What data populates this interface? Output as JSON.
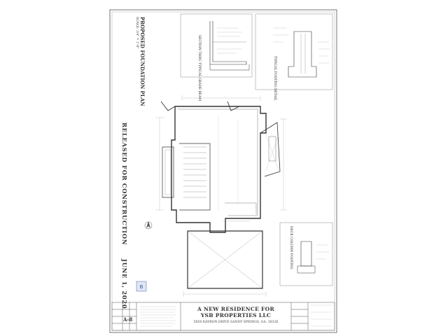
{
  "sheet": {
    "plan_title": "PROPOSED FOUNDATION PLAN",
    "plan_scale": "SCALE: 1/4\" = 1'-0\"",
    "stamp": "RELEASED FOR CONSTRUCTION",
    "date": "JUNE 1, 2020",
    "details": {
      "grade_beam": "SECTION THRU TYPICAL GRADE BEAM",
      "footing": "TYPICAL FOOTING DETAIL",
      "deck_column": "DECK COLUMN FOOTING"
    },
    "title_block": {
      "line1": "A NEW RESIDENCE  FOR",
      "line2": "YSB PROPERTIES LLC",
      "address": "5850 KAYRON DRIVE   SANDY SPRINGS, GA. 30328",
      "sheet_number": "A-8"
    }
  }
}
